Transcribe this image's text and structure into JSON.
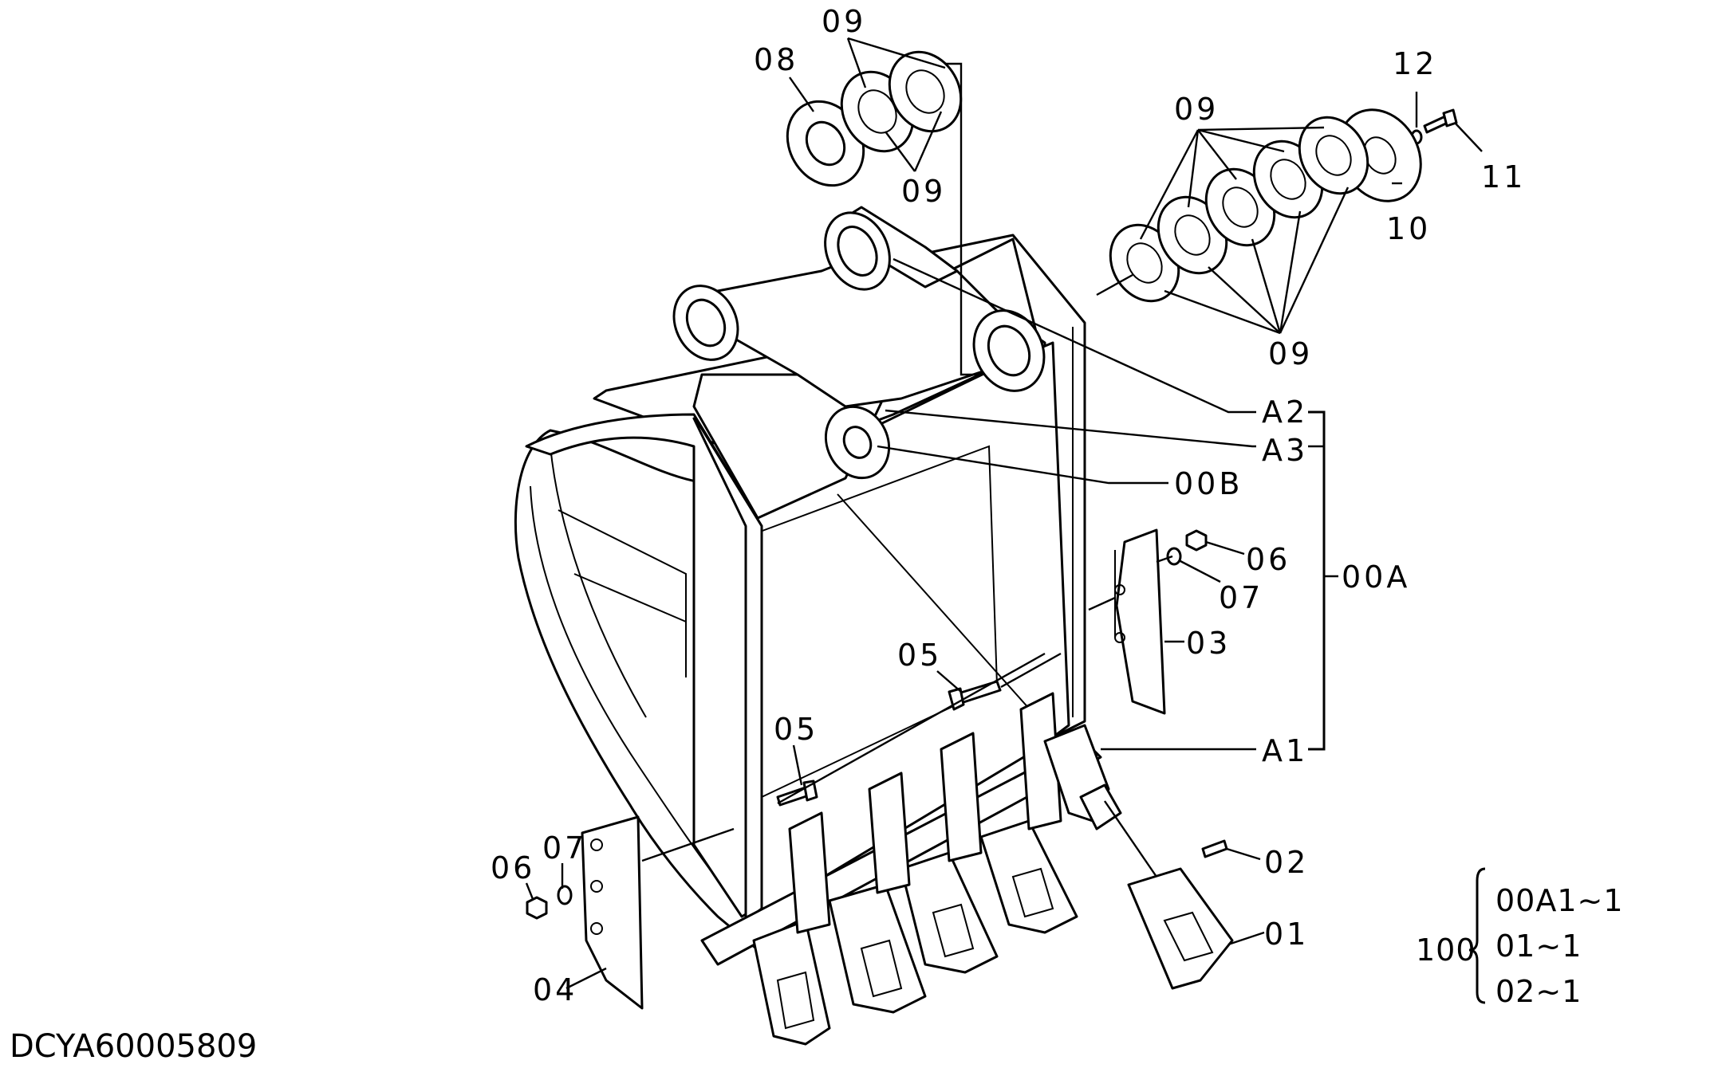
{
  "drawing_code": "DCYA60005809",
  "callouts": {
    "c01": "01",
    "c02": "02",
    "c03": "03",
    "c04": "04",
    "c05a": "05",
    "c05b": "05",
    "c06a": "06",
    "c06b": "06",
    "c07a": "07",
    "c07b": "07",
    "c08": "08",
    "c09a": "09",
    "c09b": "09",
    "c09c": "09",
    "c09d": "09",
    "c10": "10",
    "c11": "11",
    "c12": "12",
    "a1": "A1",
    "a2": "A2",
    "a3": "A3",
    "c00b": "00B",
    "c00a": "00A"
  },
  "quantity_table": {
    "total": "100",
    "rows": [
      "00A1~1",
      "01~1",
      "02~1"
    ]
  }
}
